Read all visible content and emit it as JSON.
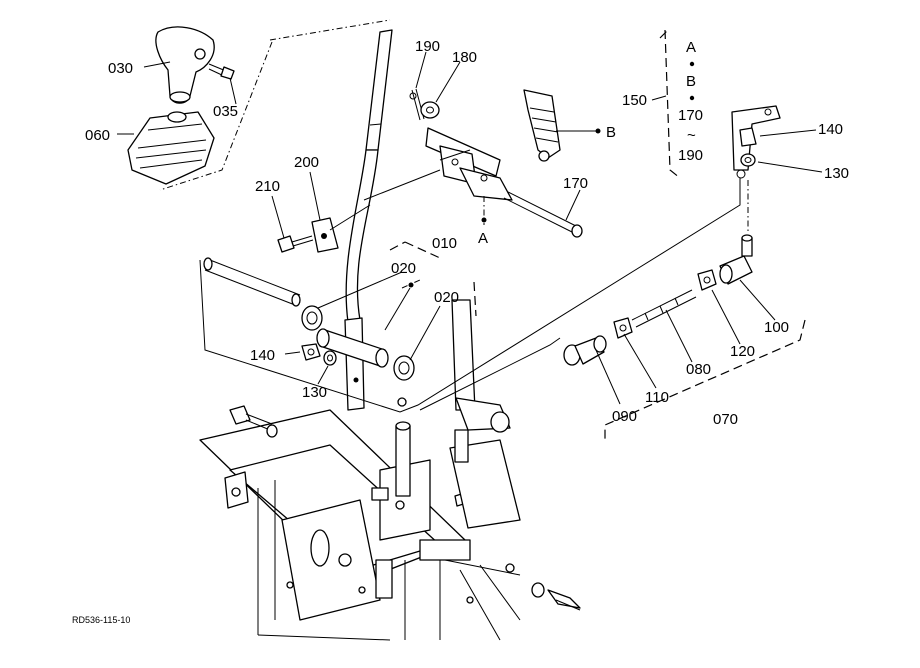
{
  "diagram": {
    "labels": {
      "p010": "010",
      "p020a": "020",
      "p020b": "020",
      "p030": "030",
      "p035": "035",
      "p060": "060",
      "p070": "070",
      "p080": "080",
      "p090": "090",
      "p100": "100",
      "p110": "110",
      "p120": "120",
      "p130a": "130",
      "p130b": "130",
      "p140a": "140",
      "p140b": "140",
      "p150": "150",
      "p170": "170",
      "p180": "180",
      "p190": "190",
      "p200": "200",
      "p210": "210",
      "ref_a": "A",
      "ref_b": "B"
    },
    "legend": {
      "a": "A",
      "b": "B",
      "from": "170",
      "tilde": "~",
      "to": "190"
    },
    "drawing_code": "RD536-115-10"
  }
}
